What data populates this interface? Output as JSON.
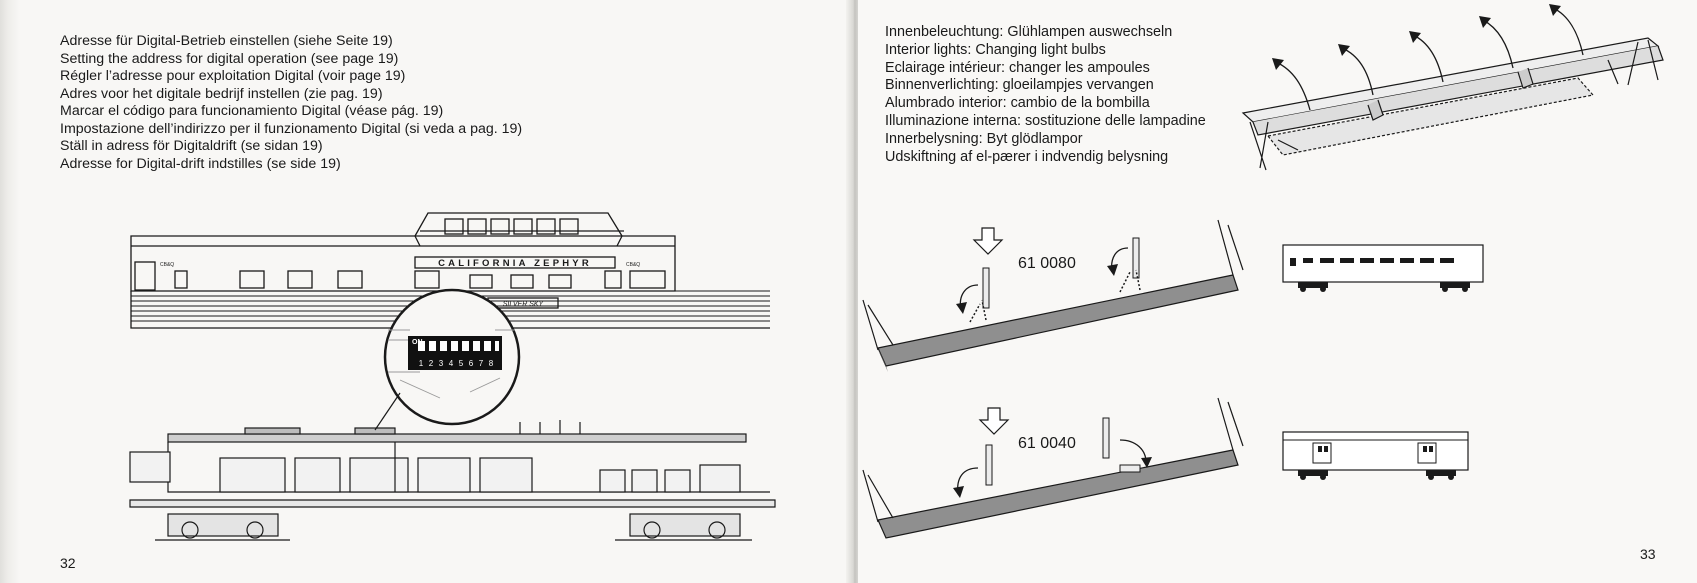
{
  "left_page": {
    "lines": [
      "Adresse für Digital-Betrieb einstellen (siehe Seite 19)",
      "Setting the address for digital operation (see page 19)",
      "Régler l’adresse pour exploitation Digital (voir page 19)",
      "Adres voor het digitale bedrijf instellen (zie pag. 19)",
      "Marcar el código para funcionamiento Digital (véase pág. 19)",
      "Impostazione dell’indirizzo per il funzionamento Digital (si veda a pag. 19)",
      "Ställ in adress för Digitaldrift (se sidan 19)",
      "Adresse for Digital-drift indstilles (se side 19)"
    ],
    "car_name": "CALIFORNIA ZEPHYR",
    "car_plate": "SILVER SKY",
    "car_badge": "CB&Q",
    "dip_on": "ON",
    "dip_numbers": [
      "1",
      "2",
      "3",
      "4",
      "5",
      "6",
      "7",
      "8"
    ],
    "page_number": "32"
  },
  "right_page": {
    "lines": [
      "Innenbeleuchtung: Glühlampen auswechseln",
      "Interior lights: Changing light bulbs",
      "Eclairage intérieur: changer les ampoules",
      "Binnenverlichting: gloeilampjes vervangen",
      "Alumbrado interior: cambio de la bombilla",
      "Illuminazione interna: sostituzione delle lampadine",
      "Innerbelysning: Byt glödlampor",
      "Udskiftning af el-pærer i indvendig belysning"
    ],
    "part_1": "61 0080",
    "part_2": "61 0040",
    "page_number": "33"
  },
  "colors": {
    "ink": "#1a1a1a",
    "paper": "#f8f7f5",
    "floor": "#8f8f8f",
    "glass": "#d8d8d8"
  }
}
